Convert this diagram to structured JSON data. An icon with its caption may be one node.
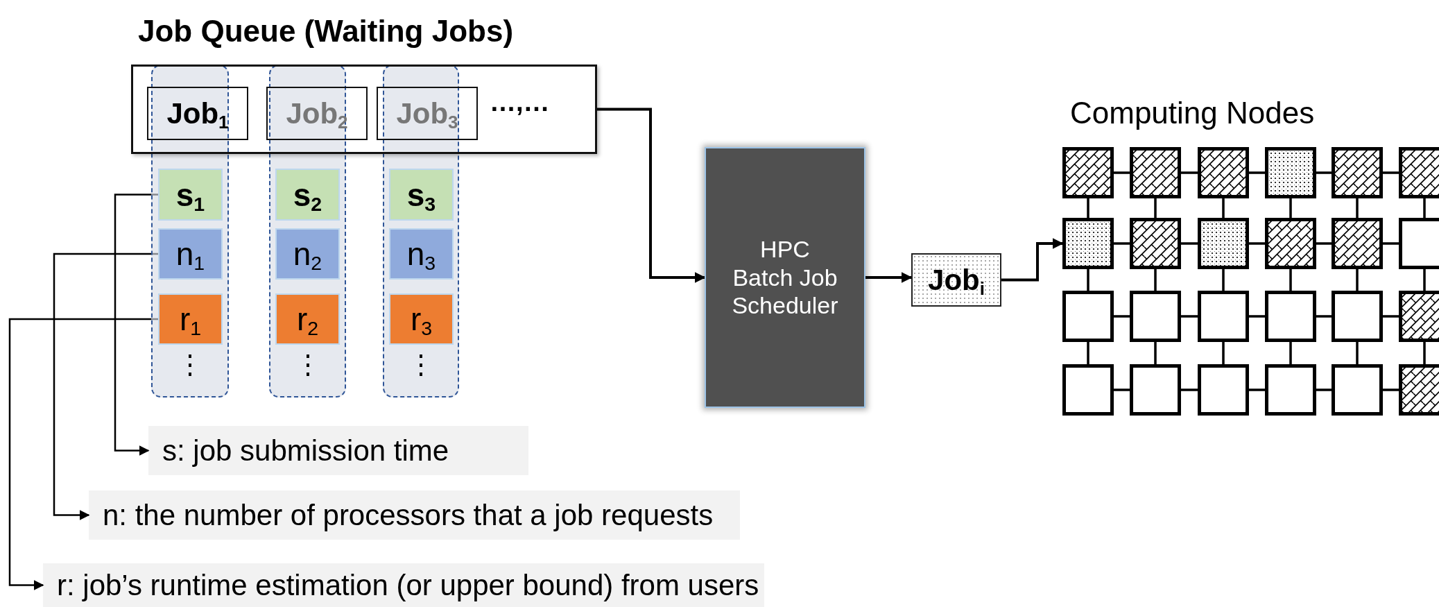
{
  "diagram": {
    "nodes": [
      {
        "text": [
          "Job Queue (Waiting Jobs)",
          "…,…"
        ]
      },
      {
        "text": [
          "Job$_{1}$"
        ],
        "in": 0
      },
      {
        "text": [
          "Job$_{2}$"
        ],
        "in": 0
      },
      {
        "text": [
          "Job$_{3}$"
        ],
        "in": 0
      },
      {
        "text": [
          "⋮"
        ]
      },
      {
        "text": [
          "s$_{1}$"
        ],
        "in": 4
      },
      {
        "text": [
          "n$_{1}$"
        ],
        "in": 4
      },
      {
        "text": [
          "r$_{1}$"
        ],
        "in": 4
      },
      {
        "text": [
          "⋮"
        ]
      },
      {
        "text": [
          "s$_{2}$"
        ],
        "in": 8
      },
      {
        "text": [
          "n$_{2}$"
        ],
        "in": 8
      },
      {
        "text": [
          "r$_{2}$"
        ],
        "in": 8
      },
      {
        "text": [
          "⋮"
        ]
      },
      {
        "text": [
          "s$_{3}$"
        ],
        "in": 12
      },
      {
        "text": [
          "n$_{3}$"
        ],
        "in": 12
      },
      {
        "text": [
          "r$_{3}$"
        ],
        "in": 12
      },
      {
        "text": [
          "HPC Batch Job Scheduler"
        ]
      },
      {
        "text": [
          "Job$_{i}$"
        ]
      },
      {
        "text": [],
        "shape": "box"
      },
      {
        "text": [],
        "shape": "box"
      },
      {
        "text": [],
        "shape": "box"
      },
      {
        "text": [],
        "shape": "box"
      },
      {
        "text": [],
        "shape": "box"
      },
      {
        "text": [],
        "shape": "box"
      },
      {
        "text": [],
        "shape": "box"
      },
      {
        "text": [],
        "shape": "box"
      },
      {
        "text": [],
        "shape": "box"
      },
      {
        "text": [],
        "shape": "box"
      },
      {
        "text": [],
        "shape": "box"
      },
      {
        "text": [],
        "shape": "box"
      },
      {
        "text": [],
        "shape": "box"
      },
      {
        "text": [],
        "shape": "box"
      },
      {
        "text": [],
        "shape": "box"
      },
      {
        "text": [],
        "shape": "box"
      },
      {
        "text": [],
        "shape": "box"
      },
      {
        "text": [],
        "shape": "box"
      },
      {
        "text": [],
        "shape": "box"
      },
      {
        "text": [],
        "shape": "box"
      },
      {
        "text": [],
        "shape": "box"
      },
      {
        "text": [],
        "shape": "box"
      },
      {
        "text": [],
        "shape": "box"
      },
      {
        "text": [],
        "shape": "box"
      },
      {
        "text": [
          "s: job submission time"
        ]
      },
      {
        "text": [
          "n: the number of processors that a job requests"
        ]
      },
      {
        "text": [
          "r: job’s runtime estimation (or upper bound) from users"
        ]
      }
    ],
    "edges": [
      {
        "from": 0,
        "to": 16,
        "arrow": "to"
      },
      {
        "from": 16,
        "to": 17,
        "arrow": "to"
      },
      {
        "from": 17,
        "to": 24,
        "arrow": "to"
      },
      {
        "from": 5,
        "to": 42,
        "arrow": "to"
      },
      {
        "from": 6,
        "to": 43,
        "arrow": "to"
      },
      {
        "from": 7,
        "to": 44,
        "arrow": "to"
      },
      {
        "from": 18,
        "to": 19,
        "arrow": "none"
      },
      {
        "from": 19,
        "to": 20,
        "arrow": "none"
      },
      {
        "from": 20,
        "to": 21,
        "arrow": "none"
      },
      {
        "from": 21,
        "to": 22,
        "arrow": "none"
      },
      {
        "from": 22,
        "to": 23,
        "arrow": "none"
      },
      {
        "from": 24,
        "to": 25,
        "arrow": "none"
      },
      {
        "from": 25,
        "to": 26,
        "arrow": "none"
      },
      {
        "from": 26,
        "to": 27,
        "arrow": "none"
      },
      {
        "from": 27,
        "to": 28,
        "arrow": "none"
      },
      {
        "from": 28,
        "to": 29,
        "arrow": "none"
      },
      {
        "from": 30,
        "to": 31,
        "arrow": "none"
      },
      {
        "from": 31,
        "to": 32,
        "arrow": "none"
      },
      {
        "from": 32,
        "to": 33,
        "arrow": "none"
      },
      {
        "from": 33,
        "to": 34,
        "arrow": "none"
      },
      {
        "from": 34,
        "to": 35,
        "arrow": "none"
      },
      {
        "from": 36,
        "to": 37,
        "arrow": "none"
      },
      {
        "from": 37,
        "to": 38,
        "arrow": "none"
      },
      {
        "from": 38,
        "to": 39,
        "arrow": "none"
      },
      {
        "from": 39,
        "to": 40,
        "arrow": "none"
      },
      {
        "from": 40,
        "to": 41,
        "arrow": "none"
      },
      {
        "from": 18,
        "to": 24,
        "arrow": "none"
      },
      {
        "from": 19,
        "to": 25,
        "arrow": "none"
      },
      {
        "from": 20,
        "to": 26,
        "arrow": "none"
      },
      {
        "from": 21,
        "to": 27,
        "arrow": "none"
      },
      {
        "from": 22,
        "to": 28,
        "arrow": "none"
      },
      {
        "from": 23,
        "to": 29,
        "arrow": "none"
      },
      {
        "from": 24,
        "to": 30,
        "arrow": "none"
      },
      {
        "from": 25,
        "to": 31,
        "arrow": "none"
      },
      {
        "from": 26,
        "to": 32,
        "arrow": "none"
      },
      {
        "from": 27,
        "to": 33,
        "arrow": "none"
      },
      {
        "from": 28,
        "to": 34,
        "arrow": "none"
      },
      {
        "from": 29,
        "to": 35,
        "arrow": "none"
      },
      {
        "from": 30,
        "to": 36,
        "arrow": "none"
      },
      {
        "from": 31,
        "to": 37,
        "arrow": "none"
      },
      {
        "from": 32,
        "to": 38,
        "arrow": "none"
      },
      {
        "from": 33,
        "to": 39,
        "arrow": "none"
      },
      {
        "from": 34,
        "to": 40,
        "arrow": "none"
      },
      {
        "from": 35,
        "to": 41,
        "arrow": "none"
      }
    ],
    "labels": [
      "Computing Nodes"
    ]
  }
}
